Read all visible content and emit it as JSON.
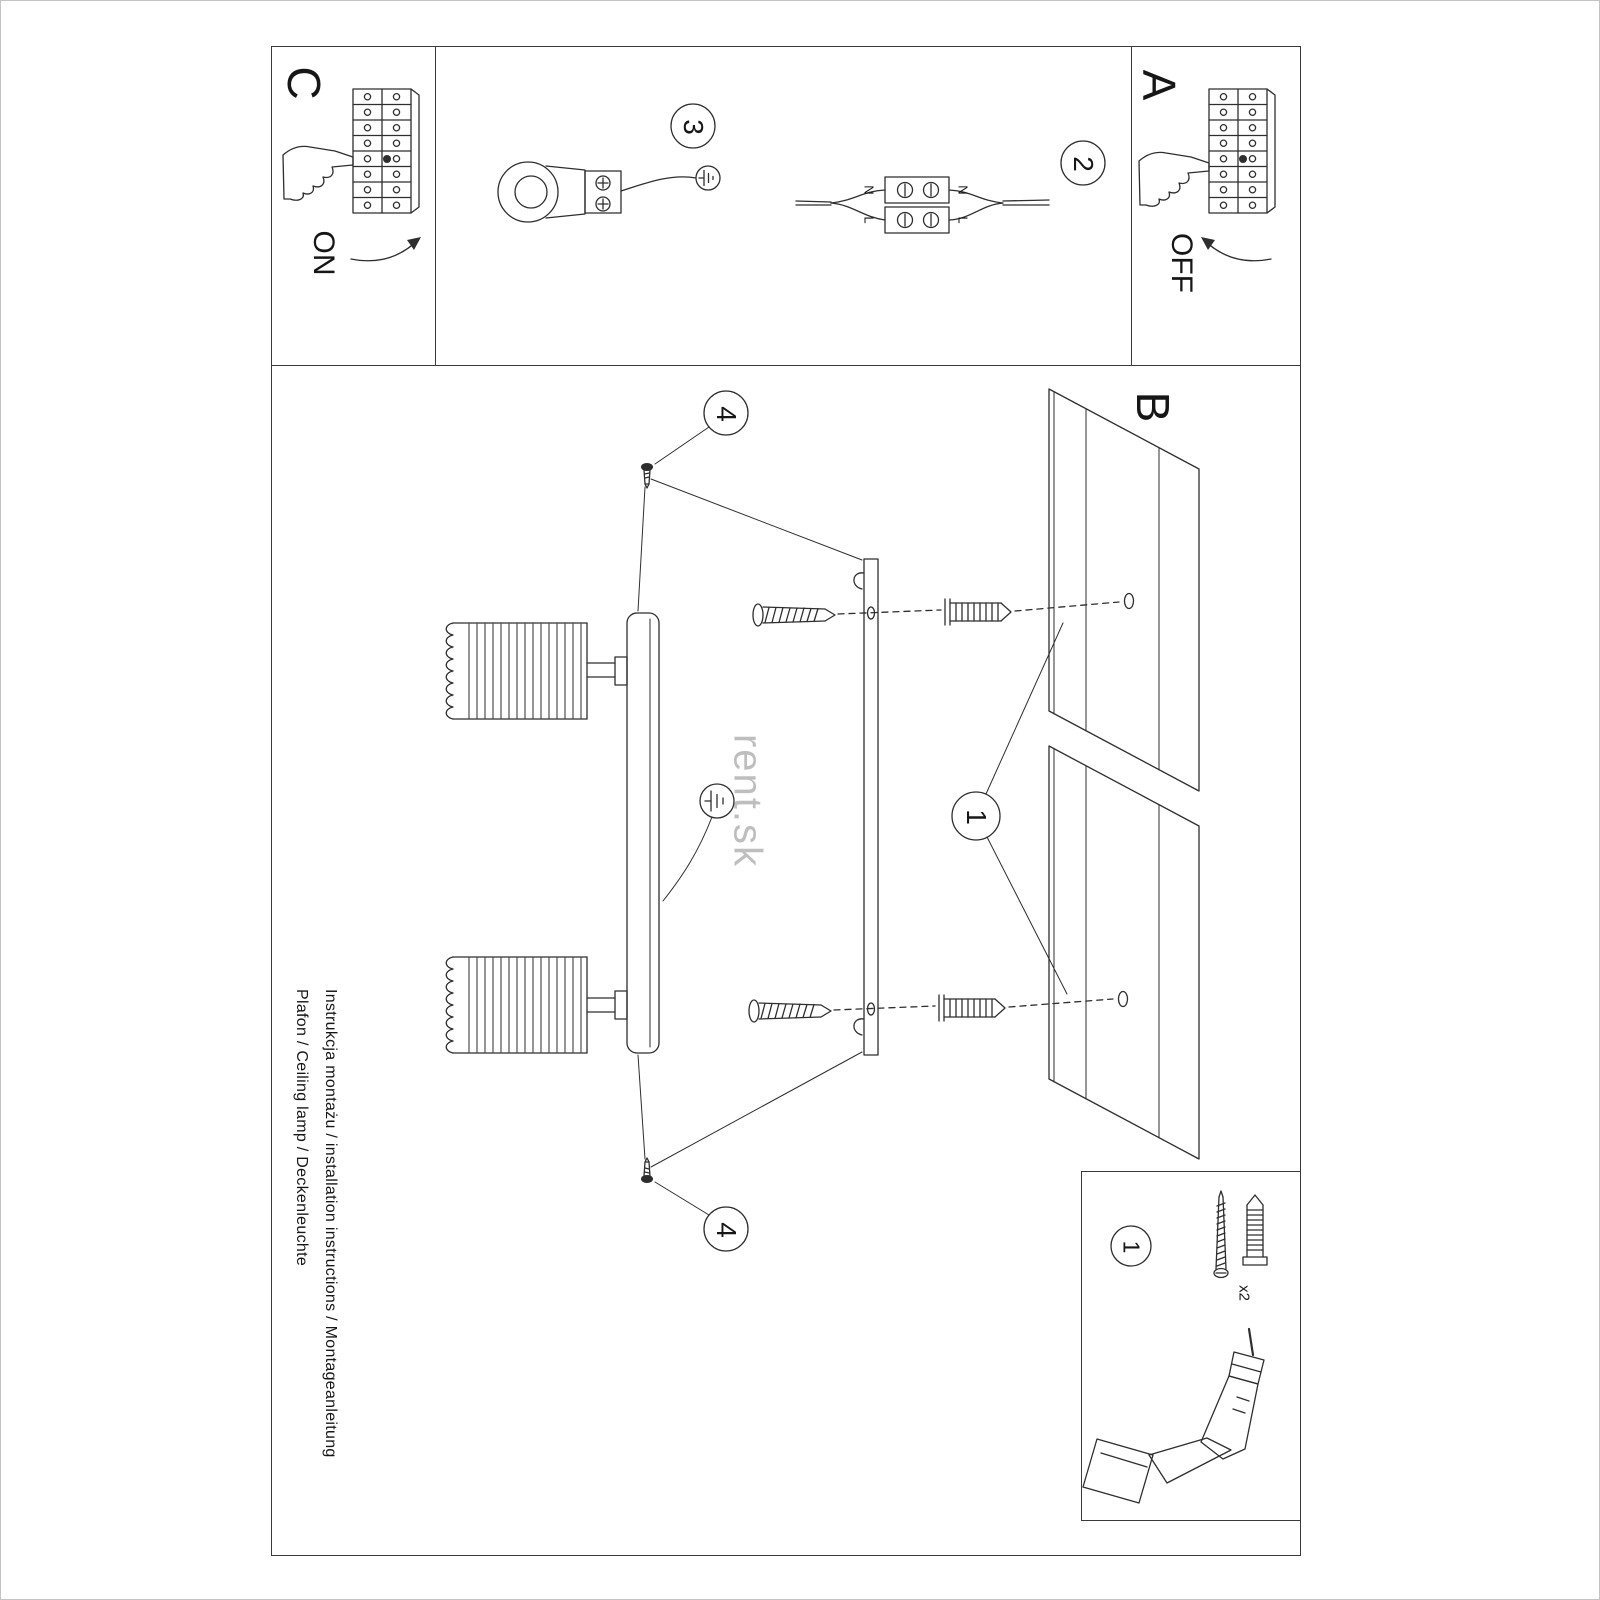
{
  "document": {
    "watermark": "rent.sk",
    "footer": {
      "line1": "Instrukcja montażu / installation instructions / Montageanleitung",
      "line2": "Plafon / Ceiling lamp / Deckenleuchte"
    }
  },
  "sections": {
    "c": {
      "letter": "C",
      "state": "ON"
    },
    "a": {
      "letter": "A",
      "state": "OFF"
    },
    "b": {
      "letter": "B"
    }
  },
  "callouts": {
    "step1": "1",
    "step2": "2",
    "step3": "3",
    "step4": "4"
  },
  "wiring": {
    "n": "N",
    "l": "L"
  },
  "parts": {
    "qty": "x2"
  }
}
